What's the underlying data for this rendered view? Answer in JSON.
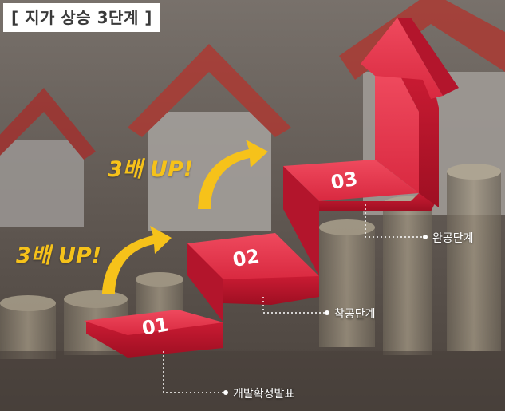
{
  "header": {
    "title": "[ 지가 상승 3단계 ]"
  },
  "callouts": [
    {
      "text": "3배 UP!"
    },
    {
      "text": "3배 UP!"
    }
  ],
  "steps": [
    {
      "number": "01",
      "label": "개발확정발표"
    },
    {
      "number": "02",
      "label": "착공단계"
    },
    {
      "number": "03",
      "label": "완공단계"
    }
  ],
  "colors": {
    "staircase_top": "#e93a4f",
    "staircase_front": "#c4172f",
    "arrow_yellow": "#f6c21a",
    "title_bg": "#ffffff",
    "background": "#5a524c"
  }
}
